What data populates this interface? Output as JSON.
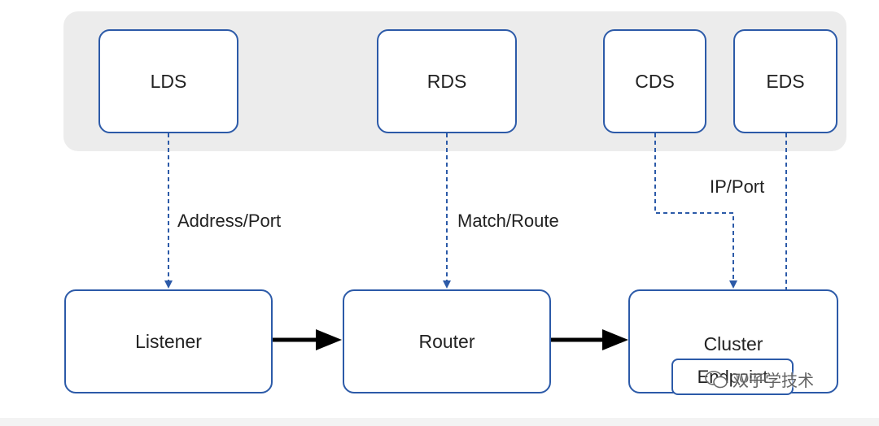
{
  "xds": {
    "lds": "LDS",
    "rds": "RDS",
    "cds": "CDS",
    "eds": "EDS"
  },
  "resources": {
    "listener": "Listener",
    "router": "Router",
    "cluster": "Cluster",
    "endpoint": "Endpoint"
  },
  "edge_labels": {
    "lds_to_listener": "Address/Port",
    "rds_to_router": "Match/Route",
    "cds_to_cluster": "IP/Port"
  },
  "watermark": "双子学技术",
  "colors": {
    "box_border": "#2c5aa8",
    "dashed_arrow": "#2c5aa8",
    "solid_arrow": "#000000",
    "panel": "#ececec"
  }
}
